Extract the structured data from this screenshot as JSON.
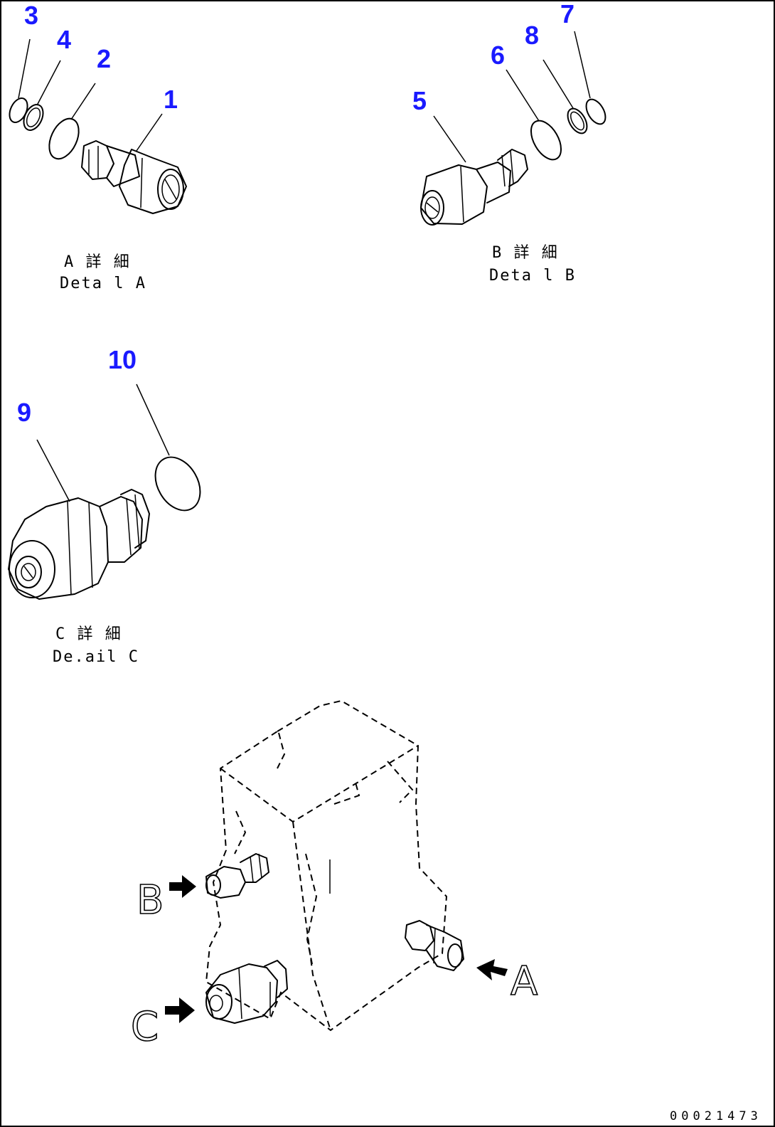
{
  "callouts": [
    "1",
    "2",
    "3",
    "4",
    "5",
    "6",
    "7",
    "8",
    "9",
    "10"
  ],
  "captions": {
    "detail_a_jp": "A 詳 細",
    "detail_a_en": "Deta l A",
    "detail_b_jp": "B 詳 細",
    "detail_b_en": "Deta l B",
    "detail_c_jp": "C 詳 細",
    "detail_c_en": "De.ail C"
  },
  "view_labels": {
    "a": "A",
    "b": "B",
    "c": "C"
  },
  "doc_id": "00021473"
}
